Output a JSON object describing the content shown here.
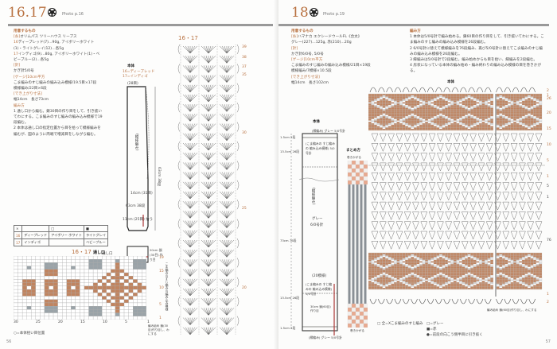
{
  "left": {
    "number": "16.17",
    "photo": "Photo p.16",
    "materials_heading": "用意するもの",
    "lines": [
      {
        "h": "[糸]",
        "t": "オリムパス ツリーハウス リーブス"
      },
      {
        "h": "16",
        "t": "ディープレッド(7)…90g, アイボリーホワイト(1)・ライトグレイ(12)…各5g"
      },
      {
        "h": "17",
        "t": "インディゴ(9)…80g, アイボリーホワイト(1)・ベビーブルー(2)…各5g"
      },
      {
        "h": "[針]",
        "t": ""
      },
      {
        "h": "",
        "t": "かぎ針5/0号"
      },
      {
        "h": "[ゲージ]10cm平方",
        "t": ""
      },
      {
        "h": "",
        "t": "こま編みのすじ編みの編み込み模様/19.5目×17段"
      },
      {
        "h": "",
        "t": "模様編み/22目×6段"
      },
      {
        "h": "[でき上がり寸法]",
        "t": ""
      },
      {
        "h": "",
        "t": "幅14cm　長さ73cm"
      },
      {
        "h": "編み方",
        "t": ""
      },
      {
        "h": "",
        "t": "1 通し口から編む。鎖30目の作り目をして、引き抜いてわにする。こま編みのすじ編みの編み込み模様で19段編む。"
      },
      {
        "h": "",
        "t": "2 本体は通し口の指定位置から目を拾って模様編みを編むが、図のように両端で増減目をしながら編む。"
      }
    ],
    "body_title": "本体",
    "body_colors": [
      "16=ディープレッド",
      "17=インディゴ"
    ],
    "body_labels": [
      "(28目)",
      "(模様編み)",
      "14cm (31目)",
      "11cm (25目) 拾う",
      "63cm 38段",
      "73cm",
      "19段",
      "通し口",
      "(編み込み模様の こま編みのすじ編み)",
      "20cm 鎖(30目) 作り目",
      "11cm (2目)"
    ],
    "chart_title": "16・17",
    "chart_row_labels": [
      "39",
      "38",
      "37",
      "35",
      "30",
      "25",
      "20"
    ],
    "color_table": {
      "header": [
        "×",
        "□",
        "■"
      ],
      "rows": [
        [
          "16",
          "ディープレッド",
          "アイボリー ホワイト",
          "ライトグレイ"
        ],
        [
          "17",
          "インディゴ",
          "",
          "ベビーブルー"
        ]
      ]
    },
    "grid_title": "16・17",
    "grid_subtitle": "通し口",
    "grid_row_labels": [
      "19",
      "15",
      "10",
      "5",
      "1"
    ],
    "grid_col_labels": [
      "30",
      "25",
      "20",
      "15",
      "10",
      "5",
      "1"
    ],
    "grid_side_note": "こま編みのすじ編みの編み込み模様",
    "grid_start_note": "編み始め 鎖(30目)作り目し、わにする",
    "legend": "○=本体拾い目位置",
    "page_number": "56",
    "colors": {
      "main": "#c08460",
      "sub": "#9aa3a8"
    }
  },
  "right": {
    "number": "18",
    "photo": "Photo p.19",
    "materials_heading": "用意するもの",
    "lines": [
      {
        "h": "[糸]",
        "t": "ハマナカ エクシードウールFL《合太》"
      },
      {
        "h": "",
        "t": "グレー(227)…125g, 赤(210)…20g"
      },
      {
        "h": "[針]",
        "t": ""
      },
      {
        "h": "",
        "t": "かぎ針6/0号, 5/0号"
      },
      {
        "h": "[ゲージ]10cm平方",
        "t": ""
      },
      {
        "h": "",
        "t": "こま編みのすじ編みの編み込み模様/21目×19段"
      },
      {
        "h": "",
        "t": "模様編み/7模様×10.5段"
      },
      {
        "h": "[でき上がり寸法]",
        "t": ""
      },
      {
        "h": "",
        "t": "幅14cm　長さ102cm"
      }
    ],
    "method_heading": "編み方",
    "method": [
      "1 本体は5/0号針で編み始める。鎖60目の作り目をして、引き抜いてわにする。こま編みのすじ編みの編み込み模様を26段編む。",
      "2 6/0号針に替えて模様編みを76段編み、再び5/0号針に替えてこま編みのすじ編みの編み込み模様を26段編む。",
      "3 縁編みは5/0号針で2段編む。編み始めからも目を拾い、縁編みを2段編む。",
      "4 房状になっている本体の編み始め・編み終わりの編み込み模様の目を巻きかがる。"
    ],
    "chart_title": "本体",
    "chart_row_labels": [
      "2",
      "1",
      "26",
      "20",
      "15",
      "10",
      "5",
      "1",
      "5",
      "1",
      "76",
      "1",
      "2"
    ],
    "body_title": "本体",
    "body_labels": [
      "(縁編み) グレー 5/0号針",
      "1.5cm 2段",
      "13.5cm 26段",
      "(こま編みの すじ編みの 編み込み模様) 5/0号針",
      "(模様編み)",
      "グレー",
      "6/0号針",
      "73cm 76段",
      "(20模様)",
      "(こま編みの すじ編みの 編み込み模様) 5/0号針",
      "30cm 鎖(60目) 作り目",
      "13.5cm 26段",
      "1.5cm 2段",
      "(縁編み) グレー 5/0号針"
    ],
    "finish_title": "まとめ方",
    "finish_labels": [
      "巻きかがる",
      "巻きかがる"
    ],
    "start_note": "編み始め 鎖(60目)作り目し、わにする",
    "legend": [
      "□ 全=Xこま編みのすじ編み",
      "□=グレー",
      "■=赤",
      "●=前段の向こう側半目に引き抜く"
    ],
    "page_number": "57",
    "colors": {
      "main": "#c08460",
      "sub": "#d9d9d9"
    }
  }
}
